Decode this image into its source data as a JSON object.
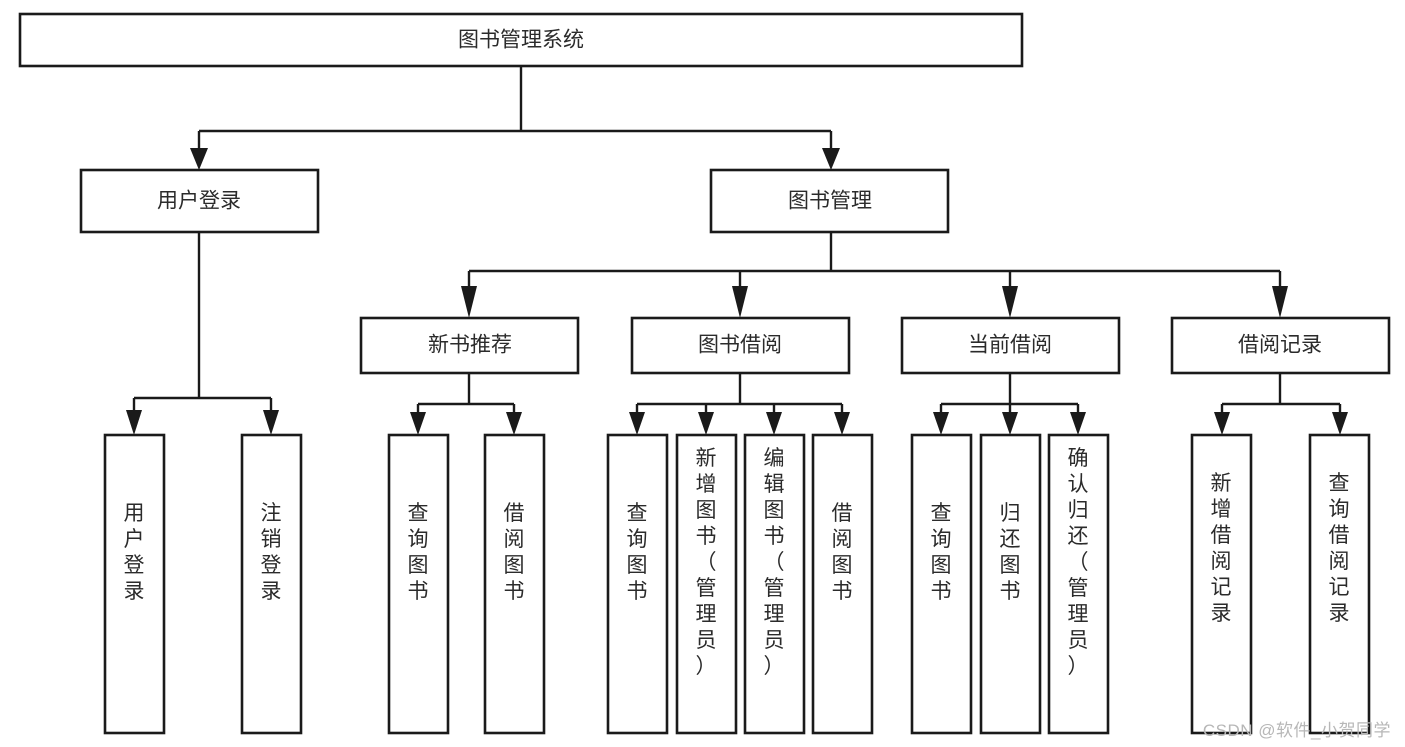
{
  "diagram": {
    "type": "tree",
    "title": "图书管理系统",
    "watermark": "CSDN @软件_小贺同学",
    "root": {
      "id": "root",
      "label": "图书管理系统"
    },
    "level2": [
      {
        "id": "user-login",
        "label": "用户登录"
      },
      {
        "id": "book-manage",
        "label": "图书管理"
      }
    ],
    "level3": [
      {
        "id": "new-book-rec",
        "label": "新书推荐",
        "parent": "book-manage"
      },
      {
        "id": "book-borrow",
        "label": "图书借阅",
        "parent": "book-manage"
      },
      {
        "id": "current-borrow",
        "label": "当前借阅",
        "parent": "book-manage"
      },
      {
        "id": "borrow-record",
        "label": "借阅记录",
        "parent": "book-manage"
      }
    ],
    "leaves": [
      {
        "id": "leaf-1",
        "label": "用户登录",
        "parent": "user-login"
      },
      {
        "id": "leaf-2",
        "label": "注销登录",
        "parent": "user-login"
      },
      {
        "id": "leaf-3",
        "label": "查询图书",
        "parent": "new-book-rec"
      },
      {
        "id": "leaf-4",
        "label": "借阅图书",
        "parent": "new-book-rec"
      },
      {
        "id": "leaf-5",
        "label": "查询图书",
        "parent": "book-borrow"
      },
      {
        "id": "leaf-6",
        "label": "新增图书（管理员）",
        "parent": "book-borrow"
      },
      {
        "id": "leaf-7",
        "label": "编辑图书（管理员）",
        "parent": "book-borrow"
      },
      {
        "id": "leaf-8",
        "label": "借阅图书",
        "parent": "book-borrow"
      },
      {
        "id": "leaf-9",
        "label": "查询图书",
        "parent": "current-borrow"
      },
      {
        "id": "leaf-10",
        "label": "归还图书",
        "parent": "current-borrow"
      },
      {
        "id": "leaf-11",
        "label": "确认归还（管理员）",
        "parent": "current-borrow"
      },
      {
        "id": "leaf-12",
        "label": "新增借阅记录",
        "parent": "borrow-record"
      },
      {
        "id": "leaf-13",
        "label": "查询借阅记录",
        "parent": "borrow-record"
      }
    ],
    "colors": {
      "stroke": "#1a1a1a",
      "fill": "#ffffff",
      "text": "#2b2b2b",
      "watermark": "#b7b7b7"
    }
  }
}
